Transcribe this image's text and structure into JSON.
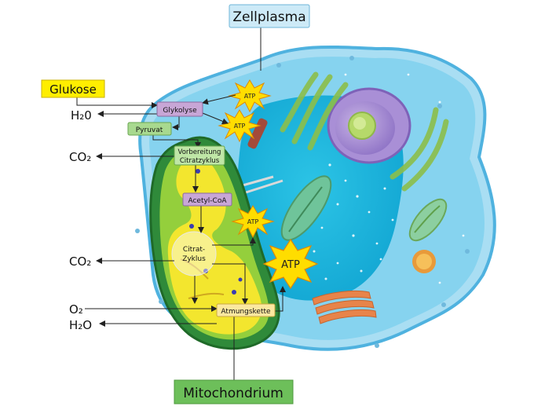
{
  "labels": {
    "zellplasma": "Zellplasma",
    "glukose": "Glukose",
    "mitochondrium": "Mitochondrium",
    "glykolyse": "Glykolyse",
    "pyruvat": "Pyruvat",
    "vorbereitung_line1": "Vorbereitung",
    "vorbereitung_line2": "Citratzyklus",
    "acetyl_coa": "Acetyl-CoA",
    "citrat_line1": "Citrat-",
    "citrat_line2": "Zyklus",
    "atmungskette": "Atmungskette",
    "atp": "ATP"
  },
  "molecules": {
    "h2o_top": "H₂0",
    "co2_upper": "CO₂",
    "co2_lower": "CO₂",
    "o2": "O₂",
    "h2o_bottom": "H₂O"
  },
  "colors": {
    "zellplasma_box": "#cdeaf7",
    "glukose_box": "#ffee00",
    "mitochondrium_box": "#6dbf5a",
    "glykolyse_box": "#c8a6d6",
    "pyruvat_box": "#a8d98f",
    "vorbereitung_box": "#bfe6a6",
    "acetyl_box": "#c8a6d6",
    "atmungskette_box": "#fbe8a0",
    "atp_star": "#ffdd00",
    "cell_membrane": "#5ab6e0",
    "cytoplasm": "#7fd0ee",
    "nucleus": "#3ac0e0"
  }
}
